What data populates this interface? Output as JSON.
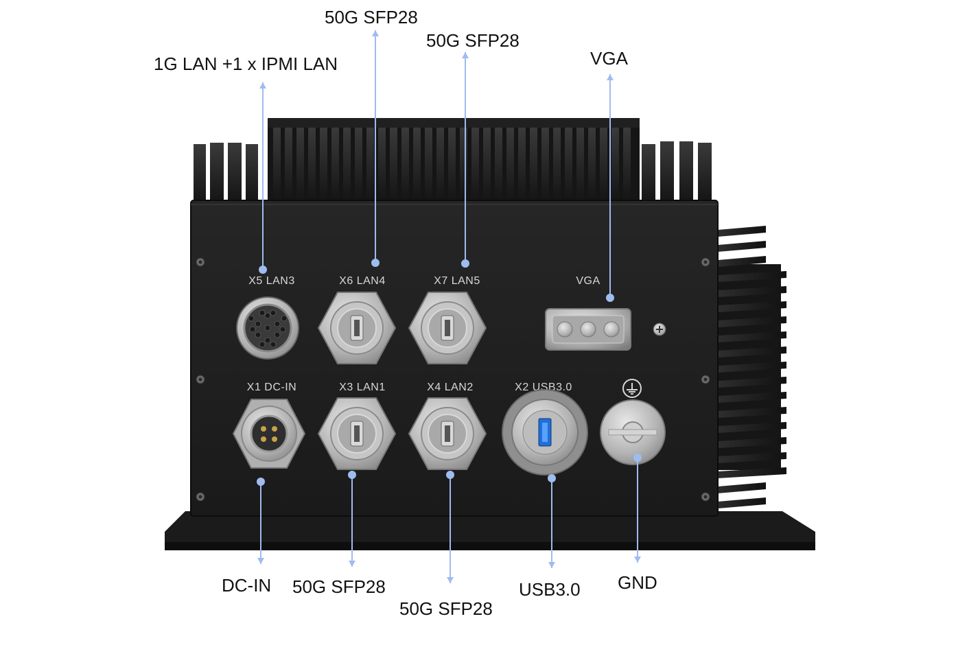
{
  "callouts": {
    "top": [
      {
        "label": "1G LAN +1 x IPMI LAN"
      },
      {
        "label": "50G SFP28"
      },
      {
        "label": "50G SFP28"
      },
      {
        "label": "VGA"
      }
    ],
    "bottom": [
      {
        "label": "DC-IN"
      },
      {
        "label": "50G SFP28"
      },
      {
        "label": "50G SFP28"
      },
      {
        "label": "USB3.0"
      },
      {
        "label": "GND"
      }
    ]
  },
  "panel_labels": {
    "x5": "X5  LAN3",
    "x6": "X6  LAN4",
    "x7": "X7  LAN5",
    "vga": "VGA",
    "x1": "X1  DC-IN",
    "x3": "X3  LAN1",
    "x4": "X4  LAN2",
    "x2": "X2  USB3.0"
  },
  "colors": {
    "leader": "#9fbcef",
    "housing": "#1c1c1c",
    "panel": "#232323",
    "connector": "#b9b9b9"
  },
  "icons": {
    "ground": "ground-symbol-icon"
  }
}
